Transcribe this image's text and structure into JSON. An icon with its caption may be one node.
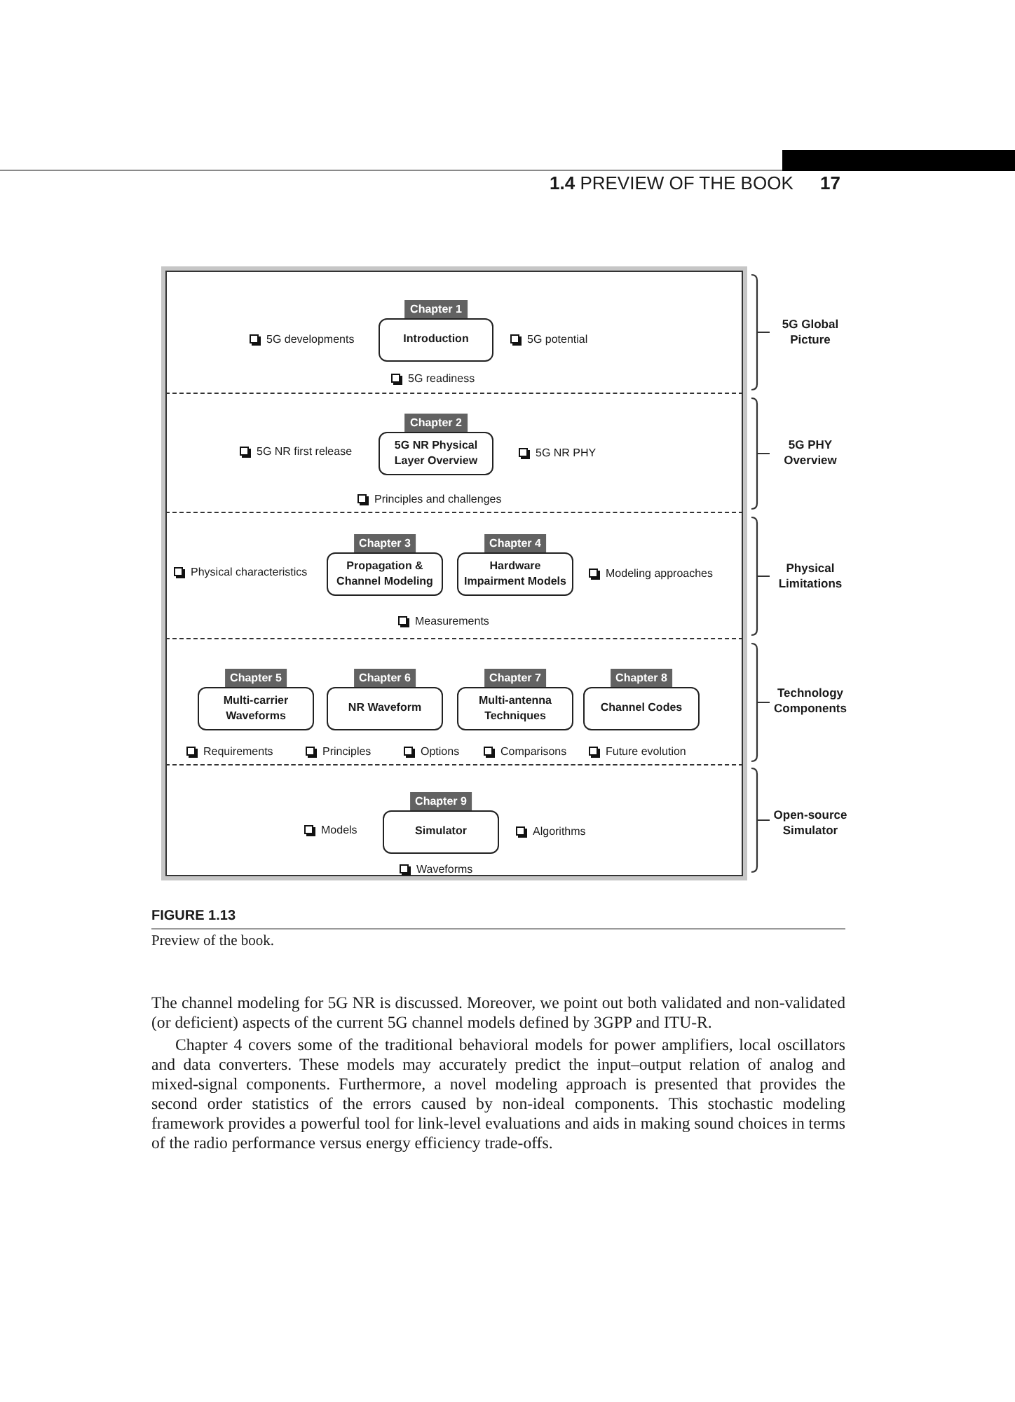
{
  "diagram": {
    "caption": "Preview of the book.",
    "nodes": [
      {
        "text": [],
        "shape": "box"
      },
      {
        "text": [
          "5G developments",
          "5G potential",
          "5G readiness"
        ],
        "beside": [
          "5G Global Picture"
        ],
        "in": 0
      },
      {
        "text": [
          "Chapter 1",
          "Introduction"
        ],
        "in": 1
      },
      {
        "text": [
          "5G NR first release",
          "5G NR PHY",
          "Principles and challenges"
        ],
        "beside": [
          "5G PHY Overview"
        ],
        "in": 0
      },
      {
        "text": [
          "Chapter 2",
          "5G NR Physical Layer Overview"
        ],
        "in": 3
      },
      {
        "text": [
          "Physical characteristics",
          "Modeling approaches",
          "Measurements"
        ],
        "beside": [
          "Physical Limitations"
        ],
        "in": 0
      },
      {
        "text": [
          "Chapter 3",
          "Propagation & Channel Modeling"
        ],
        "in": 5
      },
      {
        "text": [
          "Chapter 4",
          "Hardware Impairment Models"
        ],
        "in": 5
      },
      {
        "text": [
          "Requirements",
          "Principles",
          "Options",
          "Comparisons",
          "Future evolution"
        ],
        "beside": [
          "Technology Components"
        ],
        "in": 0
      },
      {
        "text": [
          "Chapter 5",
          "Multi-carrier Waveforms"
        ],
        "in": 8
      },
      {
        "text": [
          "Chapter 6",
          "NR Waveform"
        ],
        "in": 8
      },
      {
        "text": [
          "Chapter 7",
          "Multi-antenna Techniques"
        ],
        "in": 8
      },
      {
        "text": [
          "Chapter 8",
          "Channel Codes"
        ],
        "in": 8
      },
      {
        "text": [
          "Models",
          "Algorithms",
          "Waveforms"
        ],
        "beside": [
          "Open-source Simulator"
        ],
        "in": 0
      },
      {
        "text": [
          "Chapter 9",
          "Simulator"
        ],
        "in": 13
      }
    ],
    "labels": [
      "**1.4** PREVIEW OF THE BOOK",
      "17",
      "FIGURE 1.13",
      "The channel modeling for 5G NR is discussed. Moreover, we point out both validated and non-validated (or deficient) aspects of the current 5G channel models defined by 3GPP and ITU-R.",
      "Chapter 4 covers some of the traditional behavioral models for power amplifiers, local oscillators and data converters. These models may accurately predict the input–output relation of analog and mixed-signal components. Furthermore, a novel modeling approach is presented that provides the second order statistics of the errors caused by non-ideal components. This stochastic modeling framework provides a powerful tool for link-level evaluations and aids in making sound choices in terms of the radio performance versus energy efficiency trade-offs."
    ]
  }
}
